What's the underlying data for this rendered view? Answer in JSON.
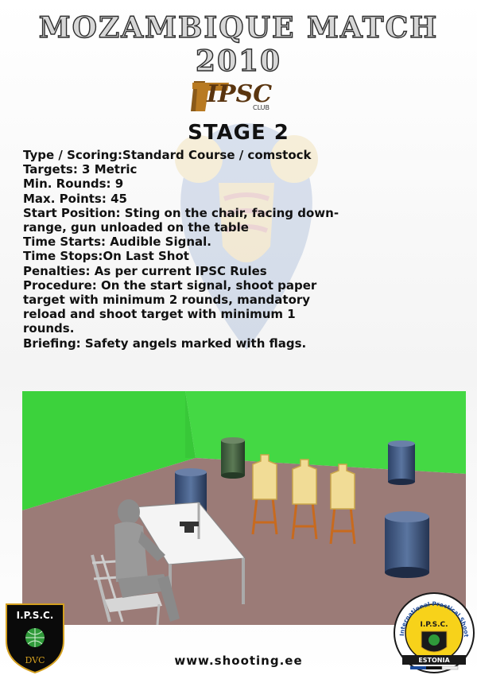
{
  "header": {
    "title": "MOZAMBIQUE MATCH 2010"
  },
  "club_logo": {
    "letters": "IPSC",
    "sub": "CLUB"
  },
  "stage": {
    "title": "STAGE 2",
    "details": [
      "Type / Scoring:Standard Course / comstock",
      "Targets:  3 Metric",
      "Min. Rounds:  9",
      "Max. Points:  45",
      "Start Position:  Sting on the chair, facing down-",
      "range, gun unloaded on the table",
      "Time Starts:  Audible Signal.",
      "Time Stops:On Last Shot",
      "Penalties: As per current IPSC Rules",
      "Procedure:  On the start signal, shoot  paper",
      "target with minimum 2 rounds, mandatory",
      "reload and shoot  target with minimum 1",
      "rounds.",
      "Briefing: Safety angels marked with flags."
    ]
  },
  "badges": {
    "left": {
      "top_text": "I.P.S.C.",
      "motto": "DVC"
    },
    "right": {
      "ring_text": "International Practical Shooting Confederation",
      "center_text": "I.P.S.C.",
      "country": "ESTONIA"
    }
  },
  "footer": {
    "url": "www.shooting.ee"
  },
  "colors": {
    "wall_green": "#3cd23c",
    "floor": "#9b7b77",
    "target": "#f1dc96",
    "text": "#111111"
  }
}
